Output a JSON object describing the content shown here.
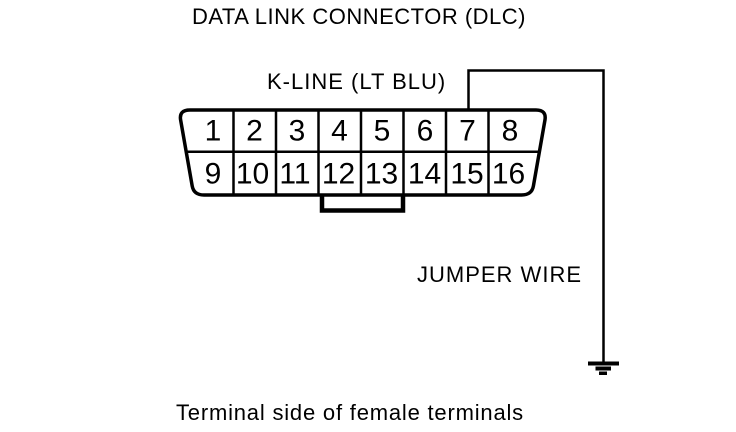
{
  "page": {
    "background": "#ffffff",
    "line_color": "#000000"
  },
  "diagram": {
    "title": "DATA LINK CONNECTOR (DLC)",
    "kline_label": "K-LINE (LT BLU)",
    "jumper_label": "JUMPER WIRE",
    "caption": "Terminal side of female terminals",
    "connector": {
      "rows": 2,
      "columns": 8,
      "terminals": [
        "1",
        "2",
        "3",
        "4",
        "5",
        "6",
        "7",
        "8",
        "9",
        "10",
        "11",
        "12",
        "13",
        "14",
        "15",
        "16"
      ],
      "jumper_from_terminal": "7",
      "jumper_to": "ground"
    }
  }
}
